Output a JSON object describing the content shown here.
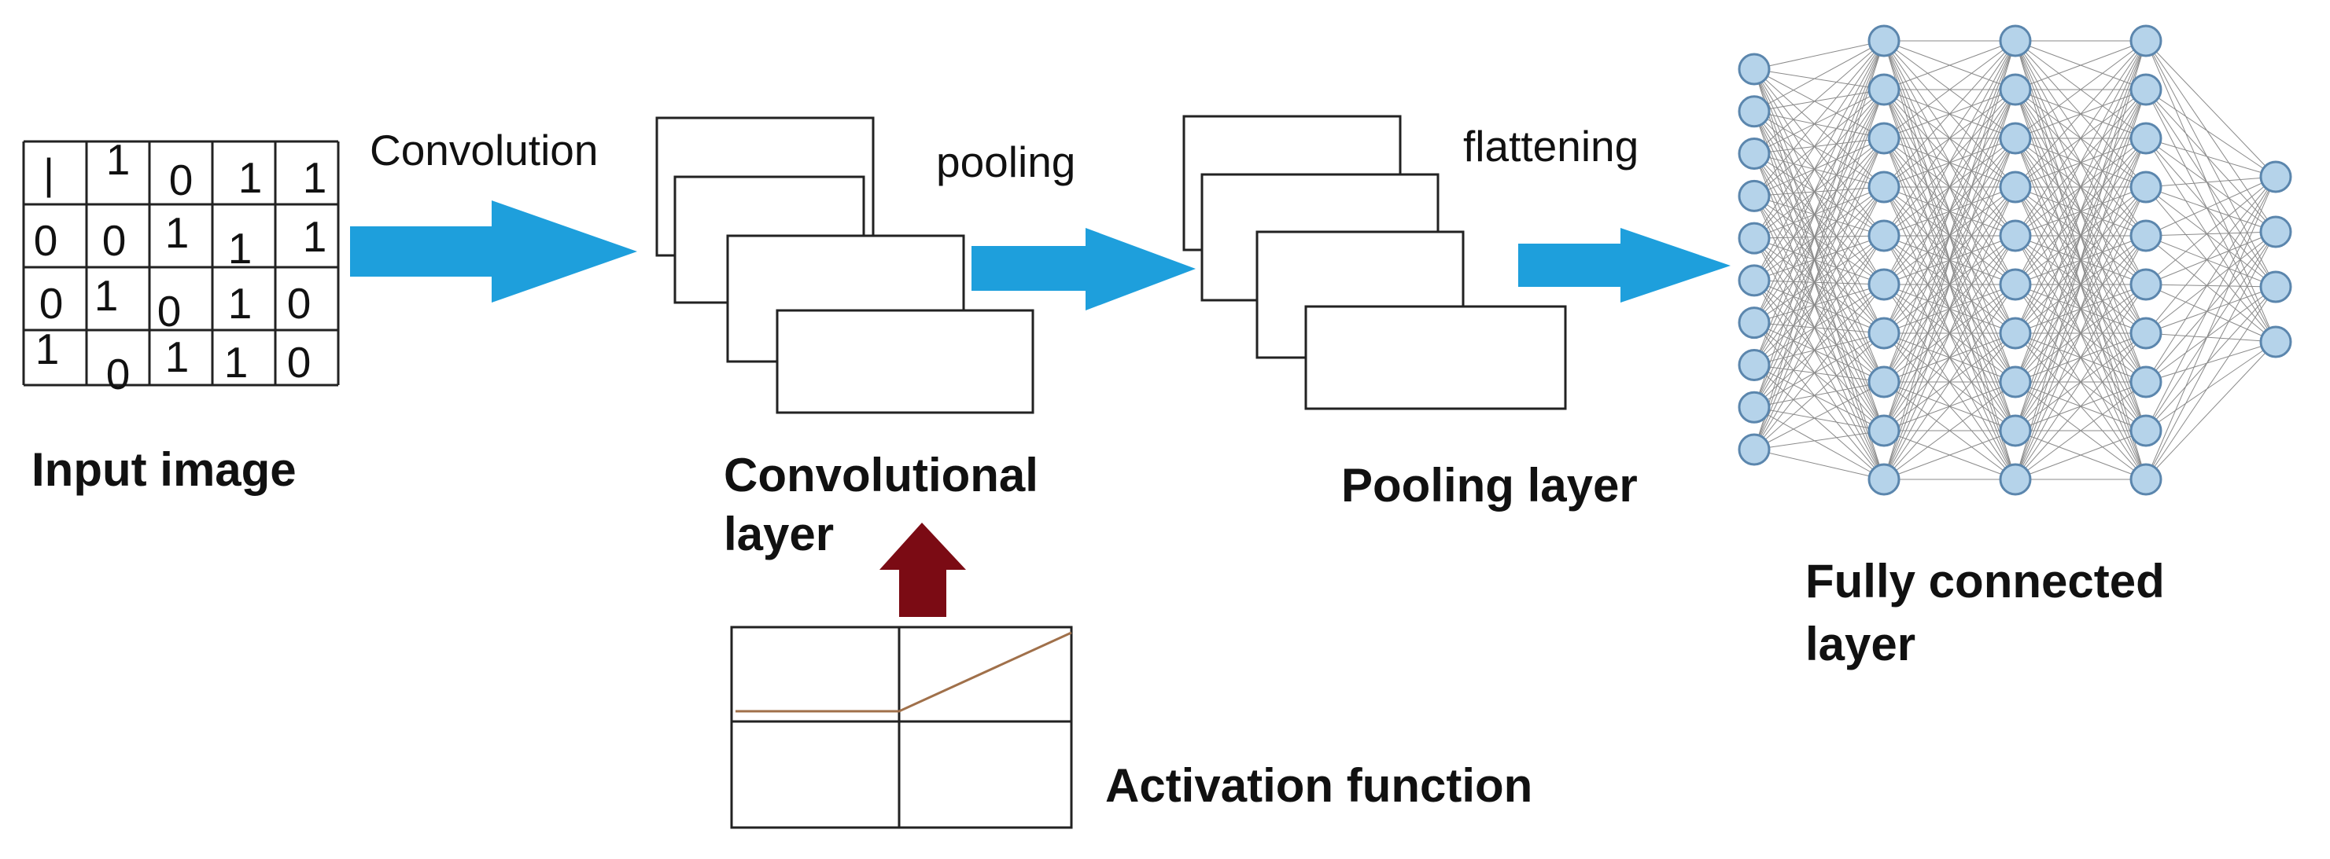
{
  "input": {
    "label": "Input image",
    "cells": [
      [
        "|",
        "1",
        "0",
        "1",
        "1"
      ],
      [
        "0",
        "0",
        "1",
        "1",
        "1"
      ],
      [
        "0",
        "1",
        "0",
        "1",
        "0"
      ],
      [
        "1",
        "0",
        "1",
        "1",
        "0"
      ]
    ]
  },
  "steps": {
    "convolution": "Convolution",
    "pooling": "pooling",
    "flattening": "flattening"
  },
  "conv_layer": {
    "label_line1": "Convolutional",
    "label_line2": "layer"
  },
  "pool_layer": {
    "label": "Pooling layer"
  },
  "fc_layer": {
    "label_line1": "Fully connected",
    "label_line2": "layer",
    "neurons_per_layer": [
      10,
      10,
      10,
      10,
      10,
      4
    ]
  },
  "activation": {
    "label": "Activation function"
  },
  "colors": {
    "blue_arrow": "#1e9fdc",
    "red_arrow": "#7b0b14",
    "neuron_fill": "#b5d3ea",
    "neuron_stroke": "#5b86ad",
    "relu_line": "#a0704a"
  }
}
